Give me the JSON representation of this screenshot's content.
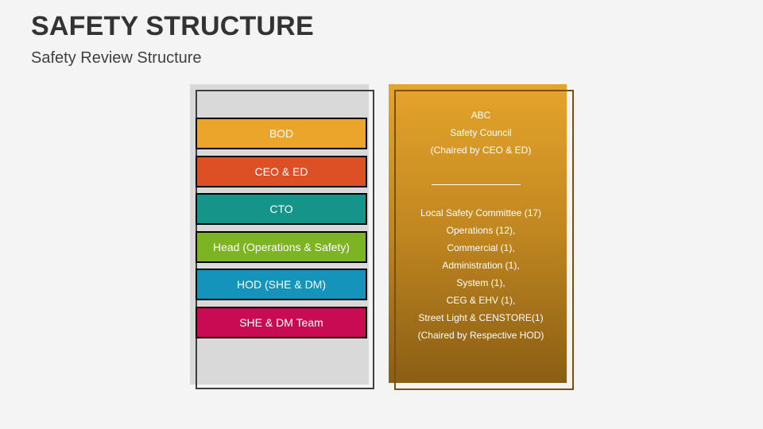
{
  "header": {
    "title": "SAFETY STRUCTURE",
    "subtitle": "Safety Review Structure"
  },
  "hierarchy": [
    {
      "label": "BOD",
      "color": "#eba52b"
    },
    {
      "label": "CEO & ED",
      "color": "#dd4f25"
    },
    {
      "label": "CTO",
      "color": "#15958a"
    },
    {
      "label": "Head (Operations & Safety)",
      "color": "#7db424"
    },
    {
      "label": "HOD (SHE & DM)",
      "color": "#1493bb"
    },
    {
      "label": "SHE & DM Team",
      "color": "#c80b52"
    }
  ],
  "council": {
    "top_lines": [
      "ABC",
      "Safety Council",
      "(Chaired by CEO & ED)"
    ],
    "bottom_lines": [
      "Local Safety Committee (17)",
      "Operations (12),",
      "Commercial (1),",
      "Administration (1),",
      "System (1),",
      "CEG & EHV (1),",
      "Street Light & CENSTORE(1)",
      "(Chaired by Respective HOD)"
    ],
    "panel_color": "#d89a28"
  }
}
